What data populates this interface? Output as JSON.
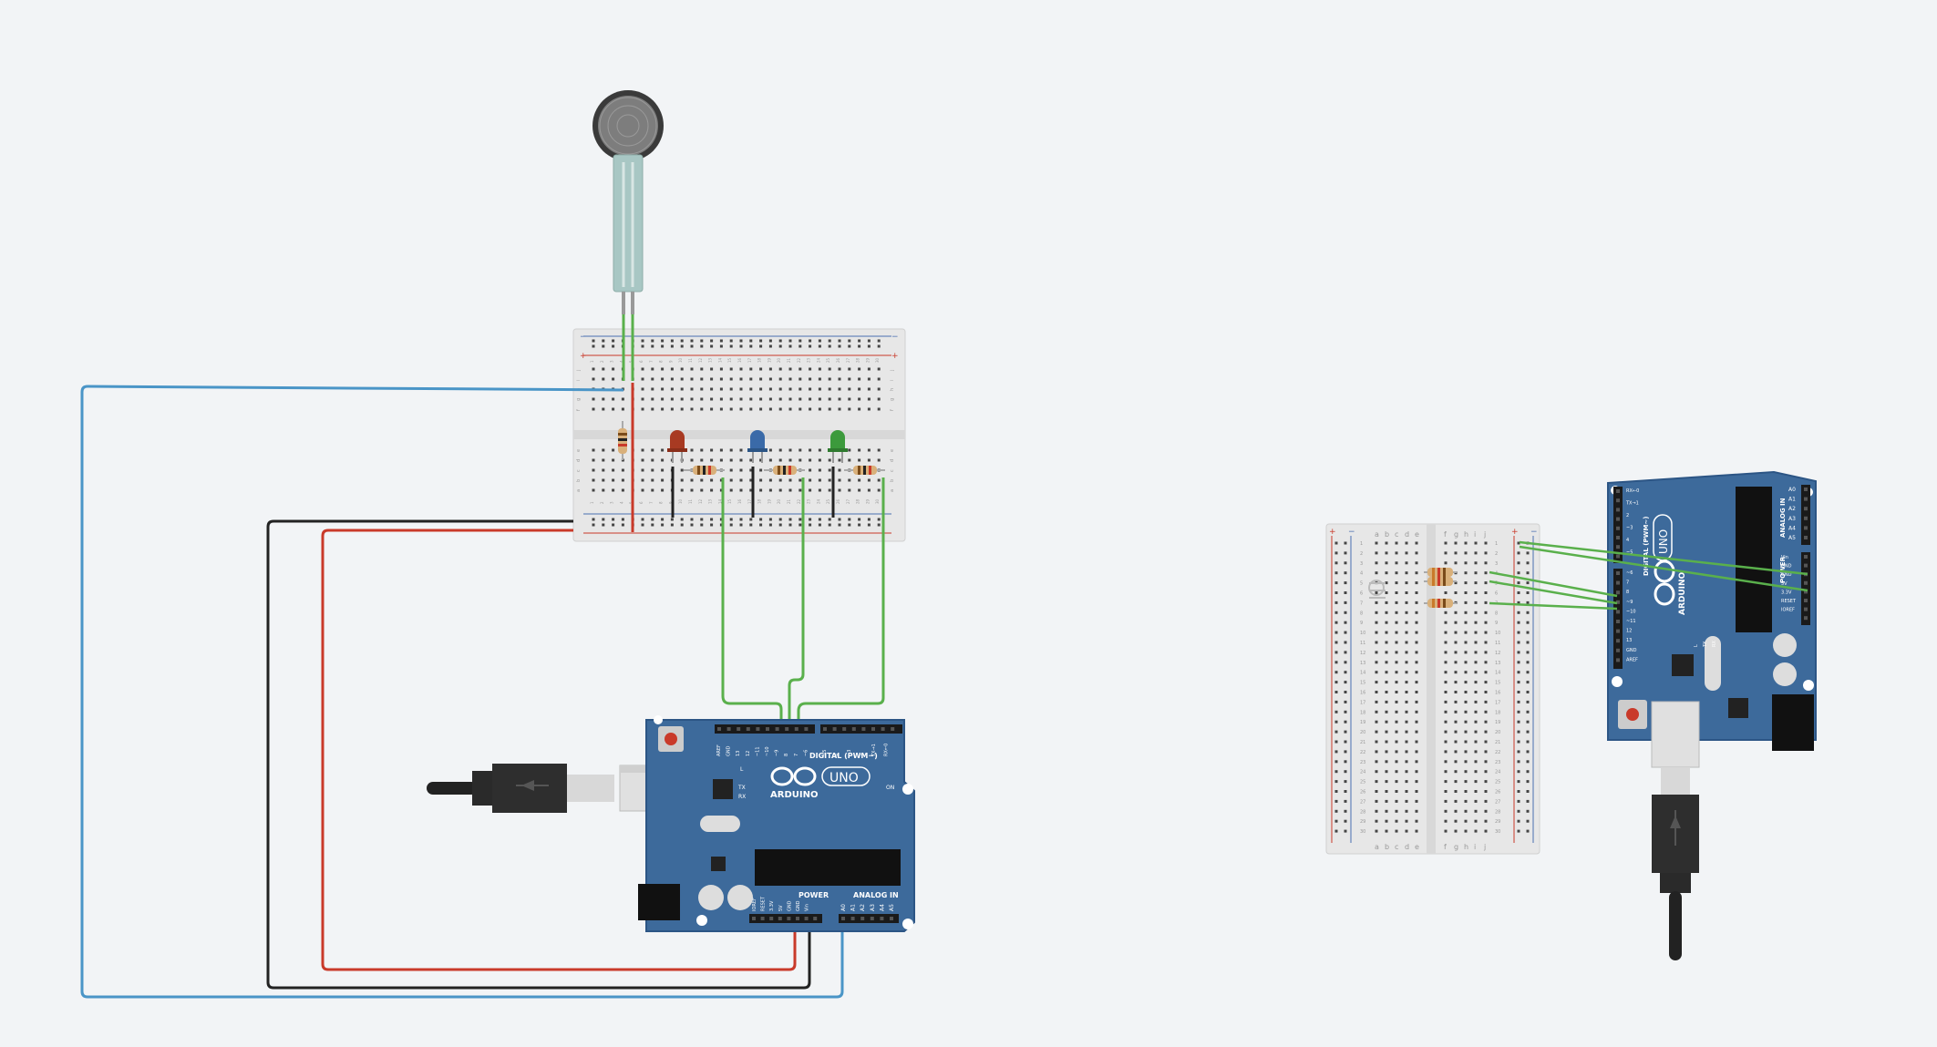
{
  "colors": {
    "background": "#f2f4f6",
    "board_blue": "#3d6a9b",
    "board_dark": "#2c5585",
    "breadboard": "#e7e7e7",
    "wire_green": "#5ab04c",
    "wire_blue": "#4a95c7",
    "wire_red": "#c93a2a",
    "wire_black": "#222222",
    "led_red": "#a83a22",
    "led_blue": "#3a6aa8",
    "led_green": "#3c9a3c"
  },
  "icons": {
    "fsr": "force-sensor-icon",
    "usb": "usb-cable-icon",
    "arduino_logo": "arduino-infinity-logo-icon"
  },
  "board1": {
    "logo": "ARDUINO",
    "model": "UNO",
    "digital_header": "DIGITAL (PWM~)",
    "power_header": "POWER",
    "analog_header": "ANALOG IN",
    "on_label": "ON",
    "l_label": "L",
    "tx_label": "TX",
    "rx_label": "RX",
    "analog_pins": [
      "A0",
      "A1",
      "A2",
      "A3",
      "A4",
      "A5"
    ],
    "power_pins": [
      "IOREF",
      "RESET",
      "3.3V",
      "5V",
      "GND",
      "GND",
      "Vin"
    ],
    "digital_pins": [
      "AREF",
      "GND",
      "13",
      "12",
      "~11",
      "~10",
      "~9",
      "8",
      "7",
      "~6",
      "~5",
      "4",
      "~3",
      "2",
      "TX→1",
      "RX←0"
    ]
  },
  "board2": {
    "logo": "ARDUINO",
    "model": "UNO",
    "digital_header": "DIGITAL (PWM~)",
    "power_header": "POWER",
    "analog_header": "ANALOG IN",
    "analog_pins": [
      "A0",
      "A1",
      "A2",
      "A3",
      "A4",
      "A5"
    ],
    "power_pins": [
      "Vin",
      "GND",
      "GND",
      "5V",
      "3.3V",
      "RESET",
      "IOREF"
    ],
    "digital_pins": [
      "RX←0",
      "TX→1",
      "2",
      "~3",
      "4",
      "~5",
      "~6",
      "7",
      "8",
      "~9",
      "~10",
      "~11",
      "12",
      "13",
      "GND",
      "AREF"
    ],
    "small_labels": [
      "L",
      "TX",
      "RX"
    ]
  },
  "breadboard1": {
    "rail_plus": "+",
    "rail_minus": "−",
    "row_labels_top": [
      "j",
      "i",
      "h",
      "g",
      "f"
    ],
    "row_labels_bottom": [
      "e",
      "d",
      "c",
      "b",
      "a"
    ],
    "columns": [
      "1",
      "2",
      "3",
      "4",
      "5",
      "6",
      "7",
      "8",
      "9",
      "10",
      "11",
      "12",
      "13",
      "14",
      "15",
      "16",
      "17",
      "18",
      "19",
      "20",
      "21",
      "22",
      "23",
      "24",
      "25",
      "26",
      "27",
      "28",
      "29",
      "30"
    ]
  },
  "breadboard2": {
    "rail_plus": "+",
    "rail_minus": "−",
    "col_labels_left": [
      "a",
      "b",
      "c",
      "d",
      "e"
    ],
    "col_labels_right": [
      "f",
      "g",
      "h",
      "i",
      "j"
    ],
    "rows": [
      "1",
      "2",
      "3",
      "4",
      "5",
      "6",
      "7",
      "8",
      "9",
      "10",
      "11",
      "12",
      "13",
      "14",
      "15",
      "16",
      "17",
      "18",
      "19",
      "20",
      "21",
      "22",
      "23",
      "24",
      "25",
      "26",
      "27",
      "28",
      "29",
      "30"
    ]
  }
}
